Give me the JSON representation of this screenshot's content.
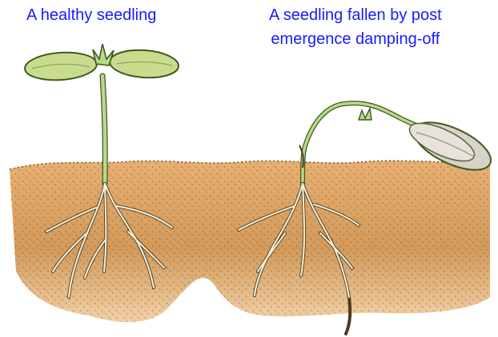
{
  "labels": {
    "healthy": "A healthy seedling",
    "fallen_line1": "A seedling fallen by post",
    "fallen_line2": "emergence damping-off"
  },
  "colors": {
    "caption": "#1a1aff",
    "soil_light": "#f0c890",
    "soil_dark": "#c98a4a",
    "stem": "#b8d98a",
    "cotyledon": "#c9dc8e",
    "fallen_seed": "#d8d2c8",
    "roots": "#f3efd6"
  }
}
